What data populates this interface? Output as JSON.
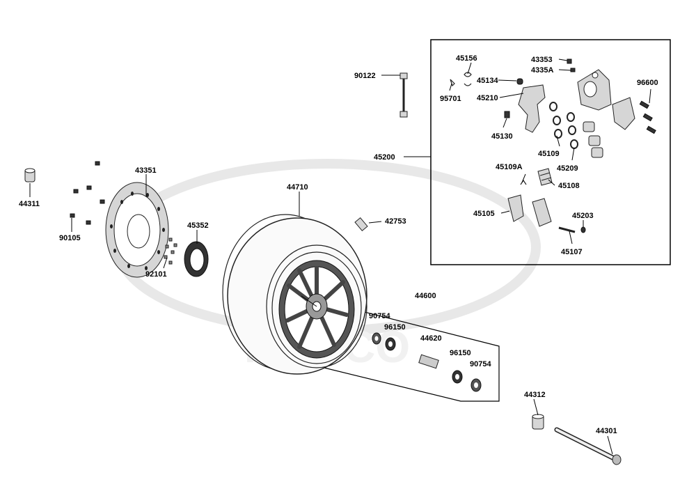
{
  "diagram": {
    "labels": {
      "p90122": "90122",
      "p44311": "44311",
      "p43351": "43351",
      "p90105": "90105",
      "p92101": "92101",
      "p45352": "45352",
      "p44710": "44710",
      "p42753": "42753",
      "p44600": "44600",
      "p90754a": "90754",
      "p96150a": "96150",
      "p44620": "44620",
      "p96150b": "96150",
      "p90754b": "90754",
      "p44312": "44312",
      "p44301": "44301",
      "p45200": "45200",
      "p45156": "45156",
      "p45134": "45134",
      "p95701": "95701",
      "p45210": "45210",
      "p45130": "45130",
      "p43353": "43353",
      "p4335A": "4335A",
      "p96600": "96600",
      "p45109": "45109",
      "p45209": "45209",
      "p45109A": "45109A",
      "p45108": "45108",
      "p45105": "45105",
      "p45203": "45203",
      "p45107": "45107"
    },
    "watermark": "KYMCO"
  }
}
